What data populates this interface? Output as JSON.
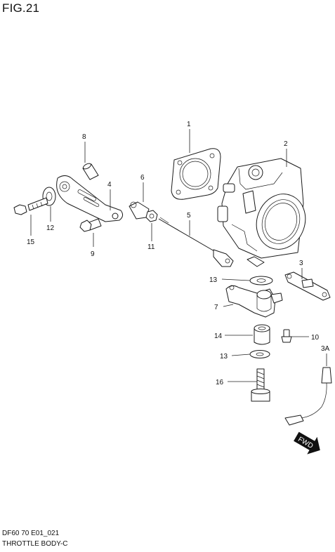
{
  "figure": {
    "title": "FIG.21",
    "code": "DF60 70 E01_021",
    "name": "THROTTLE BODY-C"
  },
  "parts": [
    {
      "ref": "1"
    },
    {
      "ref": "2"
    },
    {
      "ref": "3"
    },
    {
      "ref": "3A"
    },
    {
      "ref": "4"
    },
    {
      "ref": "5"
    },
    {
      "ref": "6"
    },
    {
      "ref": "7"
    },
    {
      "ref": "8"
    },
    {
      "ref": "9"
    },
    {
      "ref": "10"
    },
    {
      "ref": "11"
    },
    {
      "ref": "12"
    },
    {
      "ref": "13"
    },
    {
      "ref": "13"
    },
    {
      "ref": "14"
    },
    {
      "ref": "15"
    },
    {
      "ref": "16"
    }
  ],
  "fwd_marker": "FWD"
}
